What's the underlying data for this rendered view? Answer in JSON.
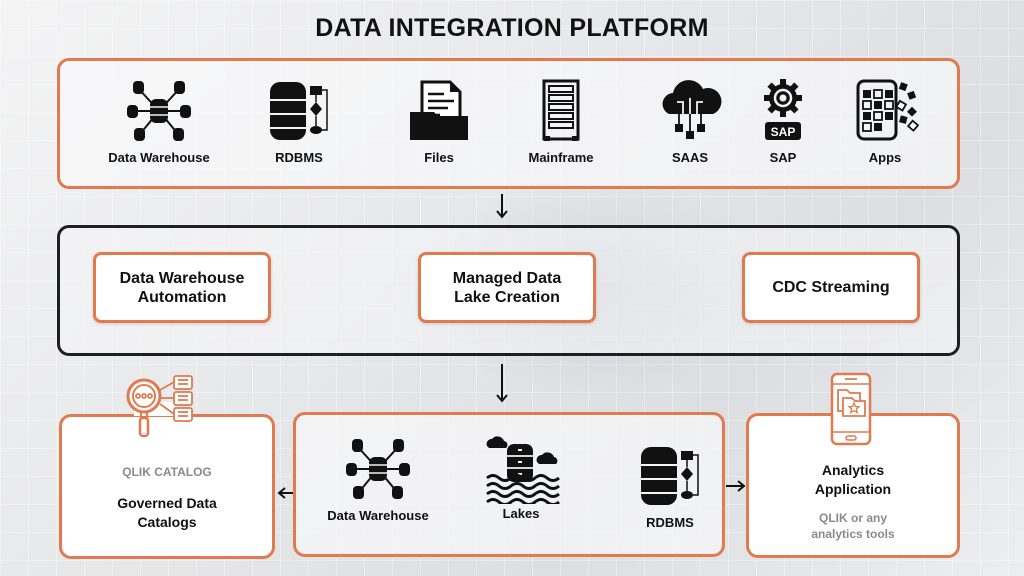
{
  "title": "DATA INTEGRATION PLATFORM",
  "colors": {
    "accent": "#e07a50",
    "dark": "#1f1f1f",
    "muted": "#8a8a8a"
  },
  "sources": [
    {
      "label": "Data Warehouse",
      "icon": "database-network-icon"
    },
    {
      "label": "RDBMS",
      "icon": "database-flowchart-icon"
    },
    {
      "label": "Files",
      "icon": "folder-document-icon"
    },
    {
      "label": "Mainframe",
      "icon": "server-rack-icon"
    },
    {
      "label": "SAAS",
      "icon": "cloud-network-icon"
    },
    {
      "label": "SAP",
      "icon": "sap-gear-icon"
    },
    {
      "label": "Apps",
      "icon": "mobile-apps-icon"
    }
  ],
  "processes": [
    {
      "line1": "Data Warehouse",
      "line2": "Automation"
    },
    {
      "line1": "Managed Data",
      "line2": "Lake Creation"
    },
    {
      "line1": "CDC Streaming",
      "line2": ""
    }
  ],
  "targets": [
    {
      "label": "Data Warehouse",
      "icon": "database-network-icon"
    },
    {
      "label": "Lakes",
      "icon": "data-lake-icon"
    },
    {
      "label": "RDBMS",
      "icon": "database-flowchart-icon"
    }
  ],
  "catalog": {
    "subtitle": "QLIK CATALOG",
    "title_line1": "Governed Data",
    "title_line2": "Catalogs"
  },
  "analytics": {
    "title_line1": "Analytics",
    "title_line2": "Application",
    "subtitle_line1": "QLIK or any",
    "subtitle_line2": "analytics tools"
  }
}
